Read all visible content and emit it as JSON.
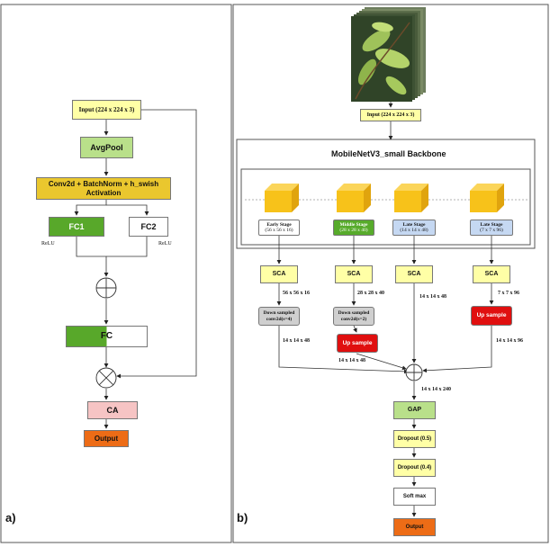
{
  "panels": {
    "a_label": "a)",
    "b_label": "b)"
  },
  "panel_a": {
    "input": "Input (224 x 224 x 3)",
    "avgpool": "AvgPool",
    "conv_line1": "Conv2d + BatchNorm + h_swish",
    "conv_line2": "Activation",
    "fc1": "FC1",
    "fc2": "FC2",
    "relu_left": "ReLU",
    "relu_right": "ReLU",
    "fc": "FC",
    "ca": "CA",
    "output": "Output"
  },
  "panel_b": {
    "input": "Input (224 x 224 x 3)",
    "backbone_title": "MobileNetV3_small Backbone",
    "stages": [
      {
        "line1": "Early Stage",
        "line2": "(56 x 56 x 16)"
      },
      {
        "line1": "Middle Stage",
        "line2": "(28 x 28 x 40)"
      },
      {
        "line1": "Late Stage",
        "line2": "(14 x 14 x 48)"
      },
      {
        "line1": "Late Stage",
        "line2": "(7 x 7 x  96)"
      }
    ],
    "sca": [
      "SCA",
      "SCA",
      "SCA",
      "SCA"
    ],
    "dims_after_sca": [
      "56 x 56 x 16",
      "28 x 28 x 40",
      "14 x 14 x 48",
      "7 x 7  x  96"
    ],
    "down1_line1": "Down sampled",
    "down1_line2": "conv2d(s=4)",
    "down2_line1": "Down sampled",
    "down2_line2": "conv2d(s=2)",
    "up_sample_mid": "Up sample",
    "up_sample_right": "Up sample",
    "dims_branch": [
      "14 x 14 x 48",
      "14 x 14 x 48",
      "14 x 14 x 96"
    ],
    "concat_dim": "14 x 14 x  240",
    "gap": "GAP",
    "dropout1": "Dropout (0.5)",
    "dropout2": "Dropout (0.4)",
    "softmax": "Soft max",
    "output": "Output"
  },
  "colors": {
    "input": "#ffffa6",
    "avgpool": "#b9e08a",
    "conv": "#eac72e",
    "fc_green": "#58a82a",
    "ca": "#f6c4c4",
    "output": "#ed6c16",
    "stage_green": "#57ab2b",
    "stage_blue": "#c5d8f2",
    "up_red": "#e00f0f",
    "cube": "#f7c21a",
    "sca": "#ffffa6"
  }
}
